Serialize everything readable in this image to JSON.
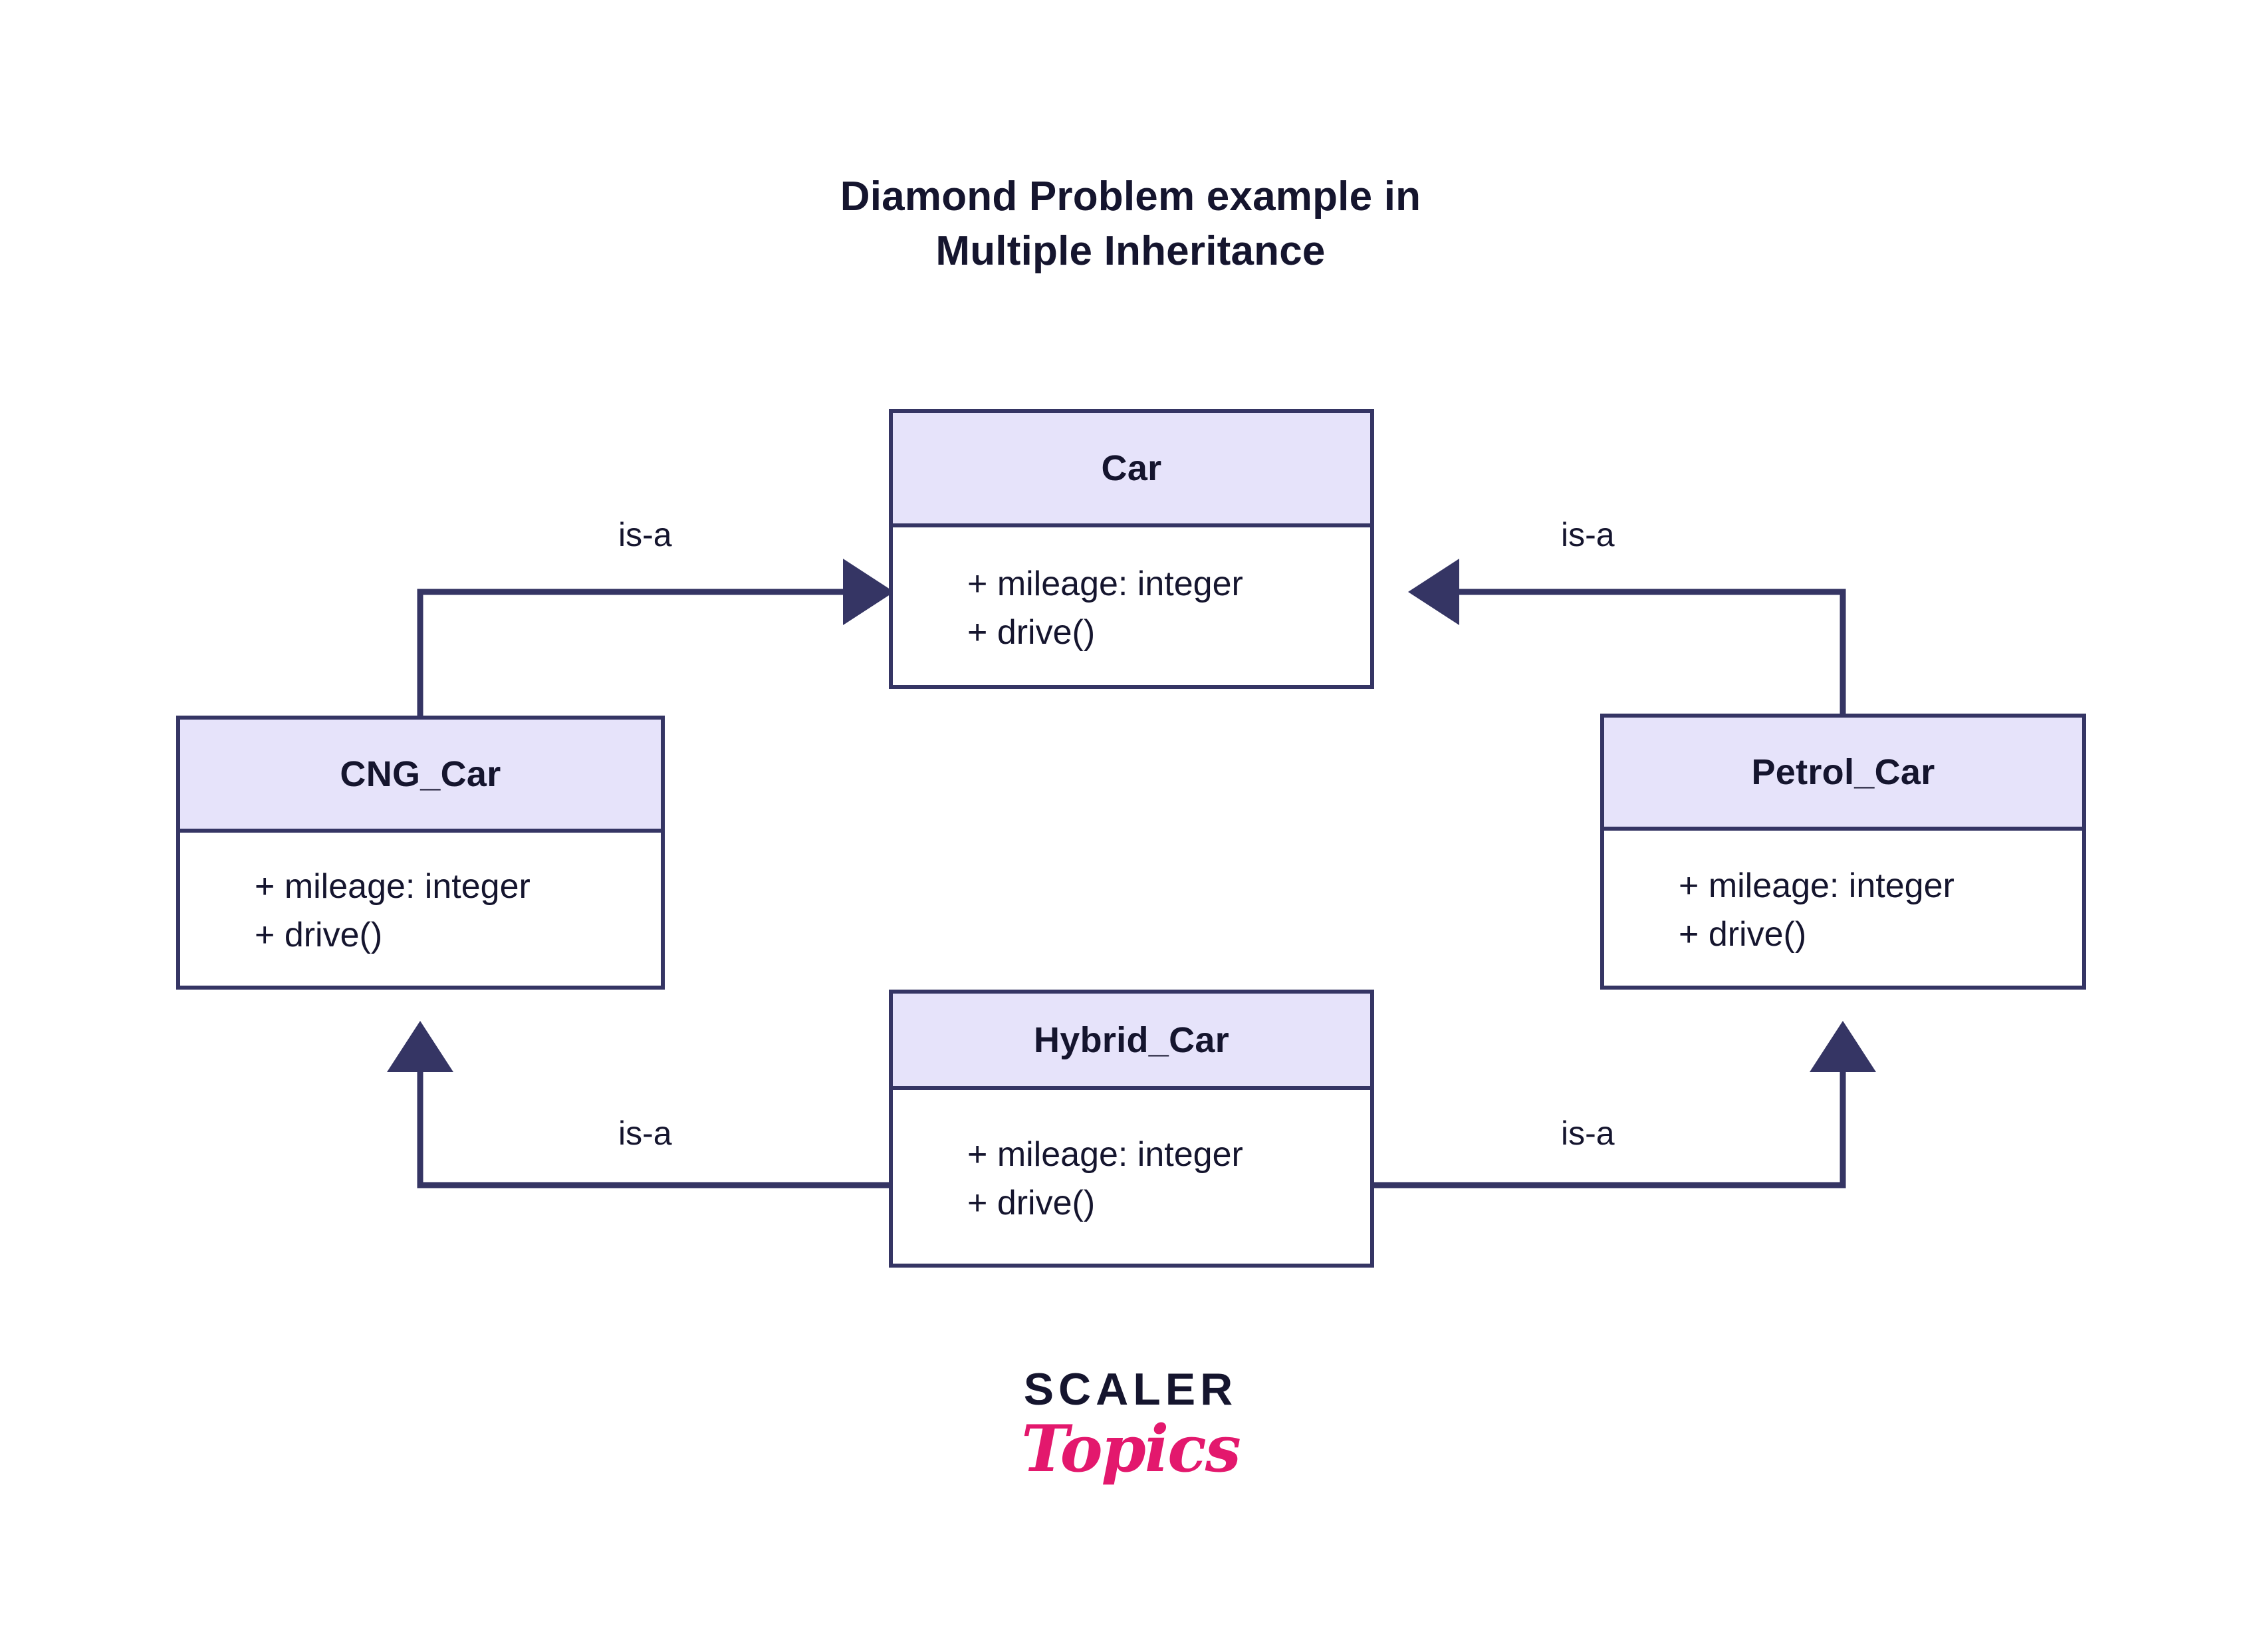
{
  "title": "Diamond Problem example in\nMultiple Inheritance",
  "colors": {
    "border": "#353564",
    "header_fill": "#e6e3fa",
    "body_fill": "#ffffff",
    "text": "#15152e",
    "accent_pink": "#e3186d",
    "background": "#ffffff"
  },
  "classes": {
    "car": {
      "name": "Car",
      "attributes": [
        "+ mileage: integer",
        "+ drive()"
      ]
    },
    "cng_car": {
      "name": "CNG_Car",
      "attributes": [
        "+ mileage: integer",
        "+ drive()"
      ]
    },
    "petrol_car": {
      "name": "Petrol_Car",
      "attributes": [
        "+ mileage: integer",
        "+ drive()"
      ]
    },
    "hybrid_car": {
      "name": "Hybrid_Car",
      "attributes": [
        "+ mileage: integer",
        "+ drive()"
      ]
    }
  },
  "relationships": [
    {
      "id": "cng-to-car",
      "from": "CNG_Car",
      "to": "Car",
      "label": "is-a"
    },
    {
      "id": "petrol-to-car",
      "from": "Petrol_Car",
      "to": "Car",
      "label": "is-a"
    },
    {
      "id": "hybrid-to-cng",
      "from": "Hybrid_Car",
      "to": "CNG_Car",
      "label": "is-a"
    },
    {
      "id": "hybrid-to-pet",
      "from": "Hybrid_Car",
      "to": "Petrol_Car",
      "label": "is-a"
    }
  ],
  "logo": {
    "primary": "SCALER",
    "secondary": "Topics"
  }
}
